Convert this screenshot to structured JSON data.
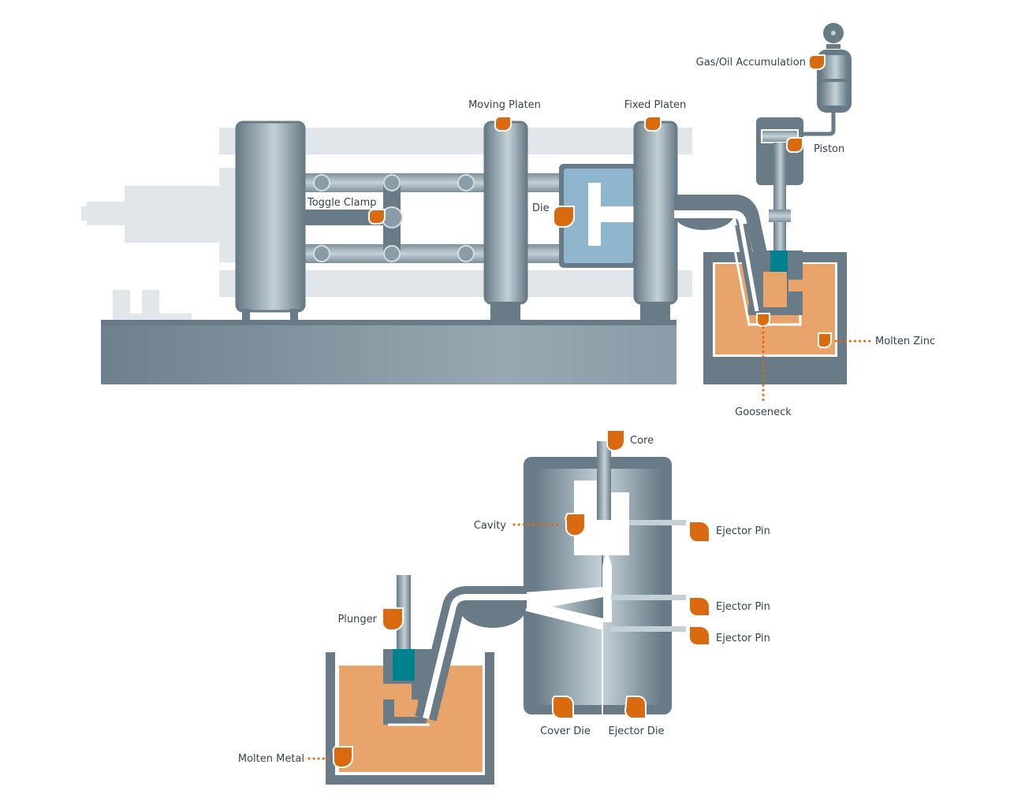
{
  "title": "Hot-chamber die casting machine diagram",
  "colors": {
    "steel_dark": "#687b86",
    "steel_light": "#c3d0d8",
    "ghost": "#e0e6ea",
    "die_blue": "#8fb6cc",
    "molten": "#e8a46a",
    "teal": "#00818f",
    "marker": "#d96a10",
    "text": "#34434d"
  },
  "machine": {
    "labels": {
      "gas_oil": "Gas/Oil Accumulation",
      "moving_platen": "Moving Platen",
      "fixed_platen": "Fixed Platen",
      "piston": "Piston",
      "toggle_clamp": "Toggle Clamp",
      "die": "Die",
      "molten_zinc": "Molten Zinc",
      "gooseneck": "Gooseneck"
    }
  },
  "detail": {
    "labels": {
      "core": "Core",
      "cavity": "Cavity",
      "ejector_pin_1": "Ejector Pin",
      "ejector_pin_2": "Ejector Pin",
      "ejector_pin_3": "Ejector Pin",
      "plunger": "Plunger",
      "cover_die": "Cover Die",
      "ejector_die": "Ejector Die",
      "molten_metal": "Molten Metal"
    }
  }
}
